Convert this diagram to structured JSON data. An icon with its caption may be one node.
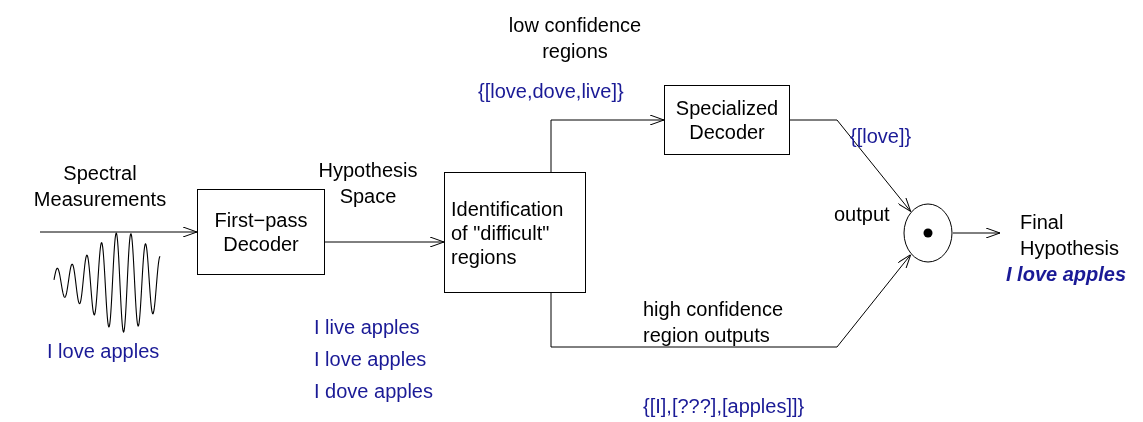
{
  "diagram": {
    "nodes": [
      {
        "text": [
          "First−pass Decoder"
        ]
      },
      {
        "text": [
          "Identification of \"difficult\" regions"
        ]
      },
      {
        "text": [
          "Specialized Decoder"
        ]
      },
      {
        "text": [],
        "shape": "circle",
        "beside": [
          "output"
        ]
      },
      {
        "text": [
          "Final Hypothesis",
          "I love apples"
        ]
      }
    ],
    "edges": [
      {
        "from": null,
        "to": 0,
        "arrow": "to",
        "label": "Spectral Measurements"
      },
      {
        "from": 0,
        "to": 1,
        "arrow": "to",
        "label": "Hypothesis Space"
      },
      {
        "from": 1,
        "to": 2,
        "arrow": "to",
        "label": "low confidence regions"
      },
      {
        "from": 2,
        "to": 3,
        "arrow": "to",
        "label": "{[love]}"
      },
      {
        "from": 1,
        "to": 3,
        "arrow": "to",
        "label": "high confidence region outputs"
      },
      {
        "from": 3,
        "to": 4,
        "arrow": "to"
      }
    ],
    "labels": [
      "I love apples",
      "I live apples",
      "I love apples",
      "I dove apples",
      "{[love,dove,live]}",
      "{[I],[???],[apples]]}"
    ]
  }
}
